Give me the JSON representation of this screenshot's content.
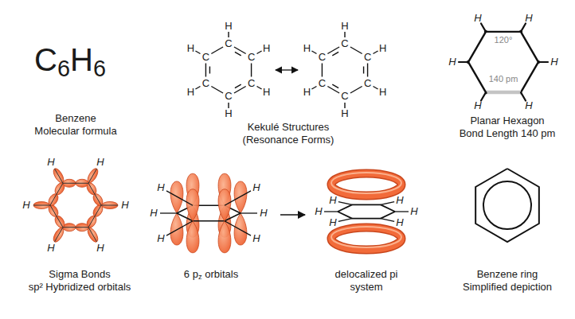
{
  "diagram": {
    "labels": [
      "C6H6",
      "Benzene Molecular formula",
      "C",
      "H",
      "C",
      "H",
      "C",
      "H",
      "C",
      "H",
      "C",
      "H",
      "C",
      "H",
      "C",
      "H",
      "C",
      "H",
      "C",
      "H",
      "C",
      "H",
      "C",
      "H",
      "C",
      "H",
      "Kekulé Structures (Resonance Forms)",
      "120°",
      "140 pm",
      "H",
      "H",
      "H",
      "H",
      "H",
      "H",
      "Planar Hexagon Bond Length 140 pm",
      "H",
      "H",
      "H",
      "H",
      "H",
      "H",
      "Sigma Bonds sp² Hybridized orbitals",
      "H",
      "H",
      "H",
      "H",
      "H",
      "H",
      "6 pz orbitals",
      "H",
      "H",
      "H",
      "H",
      "H",
      "H",
      "delocalized pi system",
      "Benzene ring Simplified depiction"
    ]
  }
}
